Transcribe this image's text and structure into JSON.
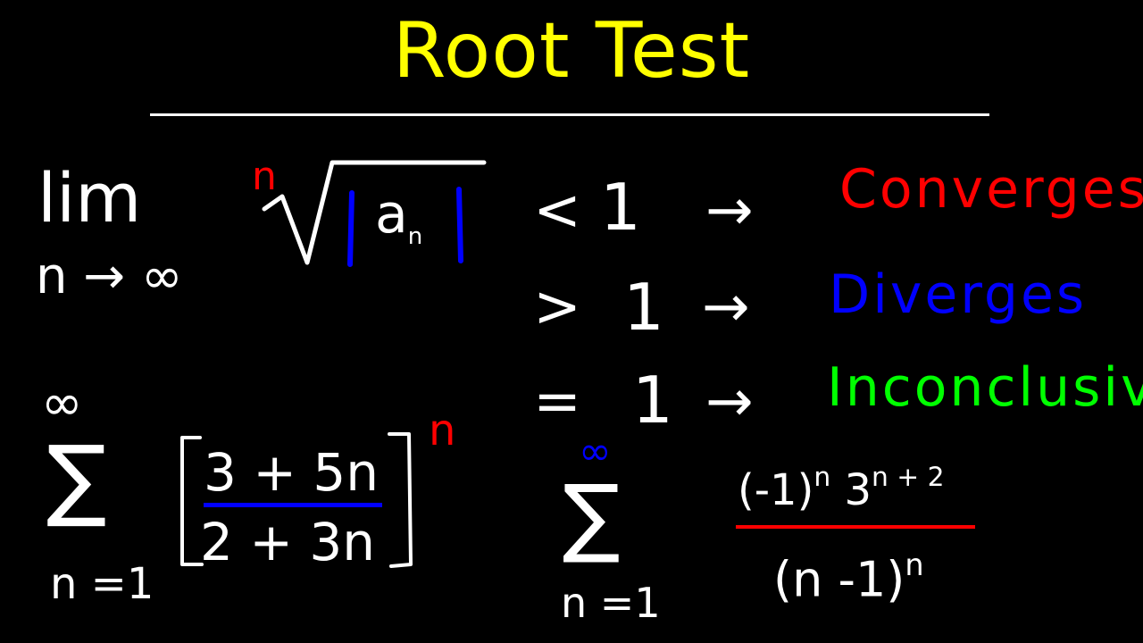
{
  "title": "Root Test",
  "colors": {
    "background": "#000000",
    "title": "#ffff00",
    "chalk": "#ffffff",
    "converges": "#ff0000",
    "diverges": "#0000ff",
    "inconclusive": "#00ff00"
  },
  "limit": {
    "word": "lim",
    "subscript": "n → ∞",
    "root_index": "n",
    "argument": "a",
    "argument_sub": "n"
  },
  "conditions": [
    {
      "symbol": "<",
      "value": "1",
      "arrow": "→",
      "result": "Converges"
    },
    {
      "symbol": ">",
      "value": "1",
      "arrow": "→",
      "result": "Diverges"
    },
    {
      "symbol": "=",
      "value": "1",
      "arrow": "→",
      "result": "Inconclusive"
    }
  ],
  "example1": {
    "upper": "∞",
    "sigma": "∑",
    "lower": "n =1",
    "numerator": "3 + 5n",
    "denominator": "2 + 3n",
    "exponent": "n"
  },
  "example2": {
    "upper": "∞",
    "sigma": "∑",
    "lower": "n =1",
    "numerator_base1": "(-1)",
    "numerator_exp1": "n",
    "numerator_base2": "3",
    "numerator_exp2": "n + 2",
    "denominator_base": "(n -1)",
    "denominator_exp": "n"
  }
}
